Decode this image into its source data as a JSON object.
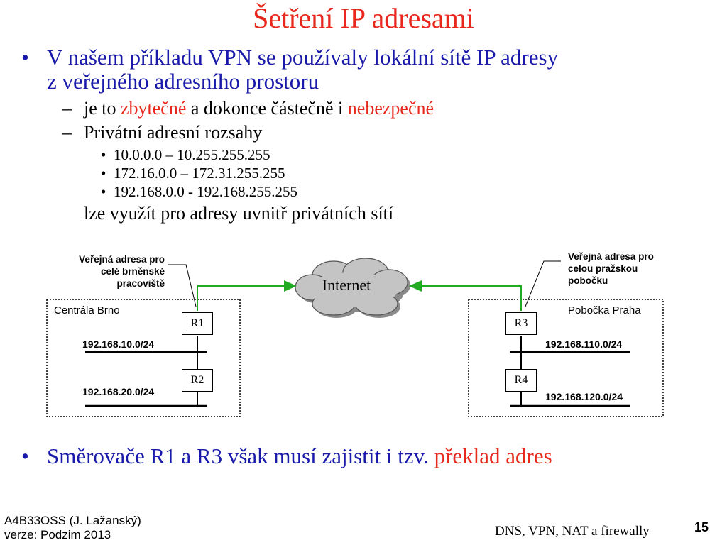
{
  "title": "Šetření IP adresami",
  "bullets": {
    "b1_line1": "V našem příkladu VPN se používaly lokální sítě IP adresy",
    "b1_line2": "z veřejného adresního prostoru",
    "sub1_pre": "je to ",
    "sub1_red1": "zbytečné",
    "sub1_mid": " a dokonce částečně i ",
    "sub1_red2": "nebezpečné",
    "sub2": "Privátní adresní rozsahy",
    "ranges": [
      "10.0.0.0 – 10.255.255.255",
      "172.16.0.0 – 172.31.255.255",
      "192.168.0.0 - 192.168.255.255"
    ],
    "note": "lze využít pro adresy uvnitř privátních sítí",
    "b2_pre": "Směrovače R1 a R3 však musí zajistit i tzv. ",
    "b2_red": "překlad adres"
  },
  "markers": {
    "bullet": "•",
    "dash": "–"
  },
  "diagram": {
    "callout_left": [
      "Veřejná adresa pro",
      "celé brněnské",
      "pracoviště"
    ],
    "callout_right": [
      "Veřejná adresa pro",
      "celou pražskou",
      "pobočku"
    ],
    "site_left": "Centrála Brno",
    "site_right": "Pobočka Praha",
    "internet": "Internet",
    "routers": [
      "R1",
      "R2",
      "R3",
      "R4"
    ],
    "nets_left": [
      "192.168.10.0/24",
      "192.168.20.0/24"
    ],
    "nets_right": [
      "192.168.110.0/24",
      "192.168.120.0/24"
    ]
  },
  "colors": {
    "title": "#e8281e",
    "text": "#1a1aaa",
    "accent": "#e8281e",
    "link": "#22aa22",
    "cloud": "#bfbfbf"
  },
  "footer": {
    "course": "A4B33OSS (J. Lažanský)",
    "version": "verze: Podzim 2013",
    "topic": "DNS, VPN, NAT a firewally",
    "page": "15"
  }
}
